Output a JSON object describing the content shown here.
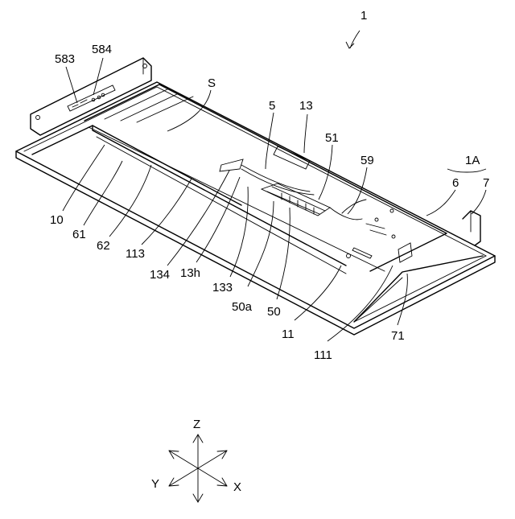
{
  "figure": {
    "reference_labels": [
      {
        "id": "1",
        "text": "1"
      },
      {
        "id": "583",
        "text": "583"
      },
      {
        "id": "584",
        "text": "584"
      },
      {
        "id": "S",
        "text": "S"
      },
      {
        "id": "5",
        "text": "5"
      },
      {
        "id": "13",
        "text": "13"
      },
      {
        "id": "51",
        "text": "51"
      },
      {
        "id": "59",
        "text": "59"
      },
      {
        "id": "1A",
        "text": "1A"
      },
      {
        "id": "6",
        "text": "6"
      },
      {
        "id": "7",
        "text": "7"
      },
      {
        "id": "10",
        "text": "10"
      },
      {
        "id": "61",
        "text": "61"
      },
      {
        "id": "62",
        "text": "62"
      },
      {
        "id": "113",
        "text": "113"
      },
      {
        "id": "134",
        "text": "134"
      },
      {
        "id": "13h",
        "text": "13h"
      },
      {
        "id": "133",
        "text": "133"
      },
      {
        "id": "50a",
        "text": "50a"
      },
      {
        "id": "50",
        "text": "50"
      },
      {
        "id": "11",
        "text": "11"
      },
      {
        "id": "111",
        "text": "111"
      },
      {
        "id": "71",
        "text": "71"
      }
    ],
    "axes": {
      "z": "Z",
      "y": "Y",
      "x": "X"
    }
  }
}
